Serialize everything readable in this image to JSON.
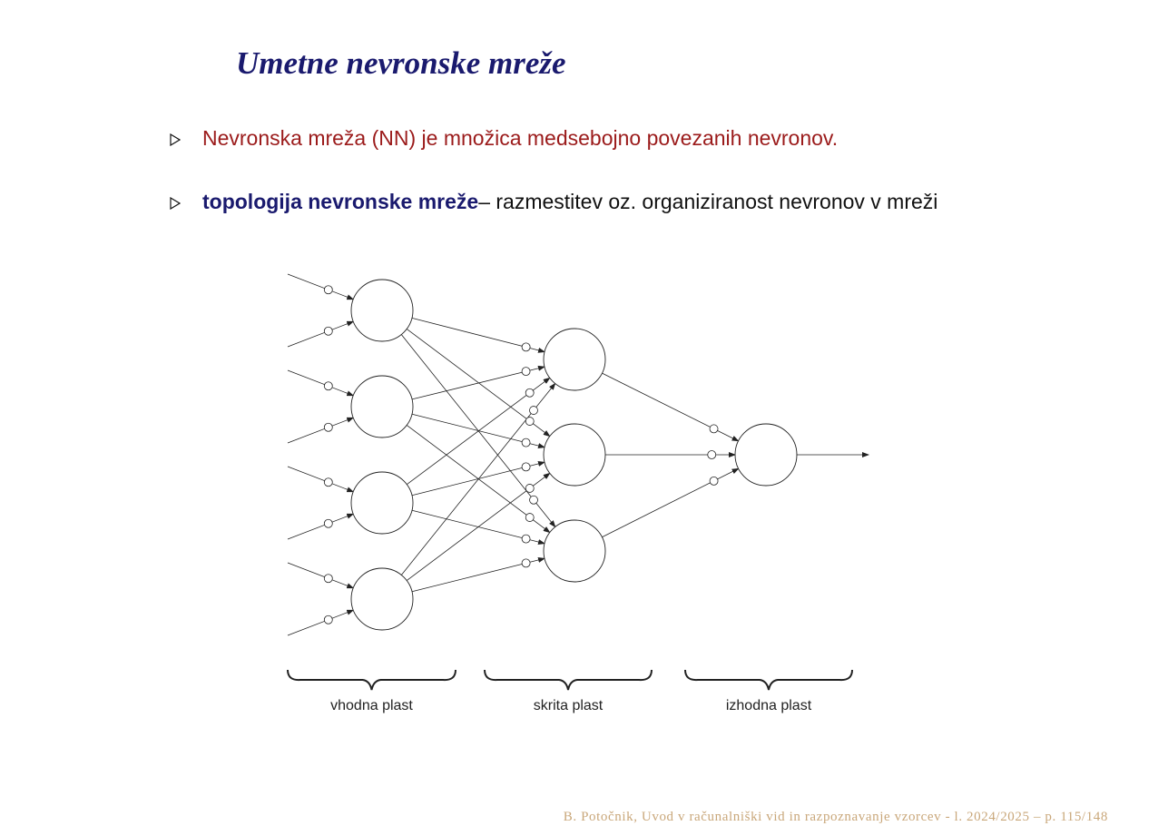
{
  "slide": {
    "title": "Umetne nevronske mreže",
    "bullets": [
      {
        "text": "Nevronska mreža (NN) je množica medsebojno povezanih nevronov."
      },
      {
        "term": "topologija nevronske mreže",
        "rest": " – razmestitev oz. organiziranost nevronov v mreži"
      }
    ],
    "footer": "B. Potočnik, Uvod v računalniški vid in razpoznavanje vzorcev - l. 2024/2025 – p. 115/148"
  },
  "diagram": {
    "layers": [
      {
        "label": "vhodna plast",
        "neurons": 4,
        "inputs_per_neuron": 2
      },
      {
        "label": "skrita plast",
        "neurons": 3
      },
      {
        "label": "izhodna plast",
        "neurons": 1
      }
    ],
    "connectivity": "fully-connected",
    "colors": {
      "line": "#222222",
      "text": "#222222"
    }
  }
}
